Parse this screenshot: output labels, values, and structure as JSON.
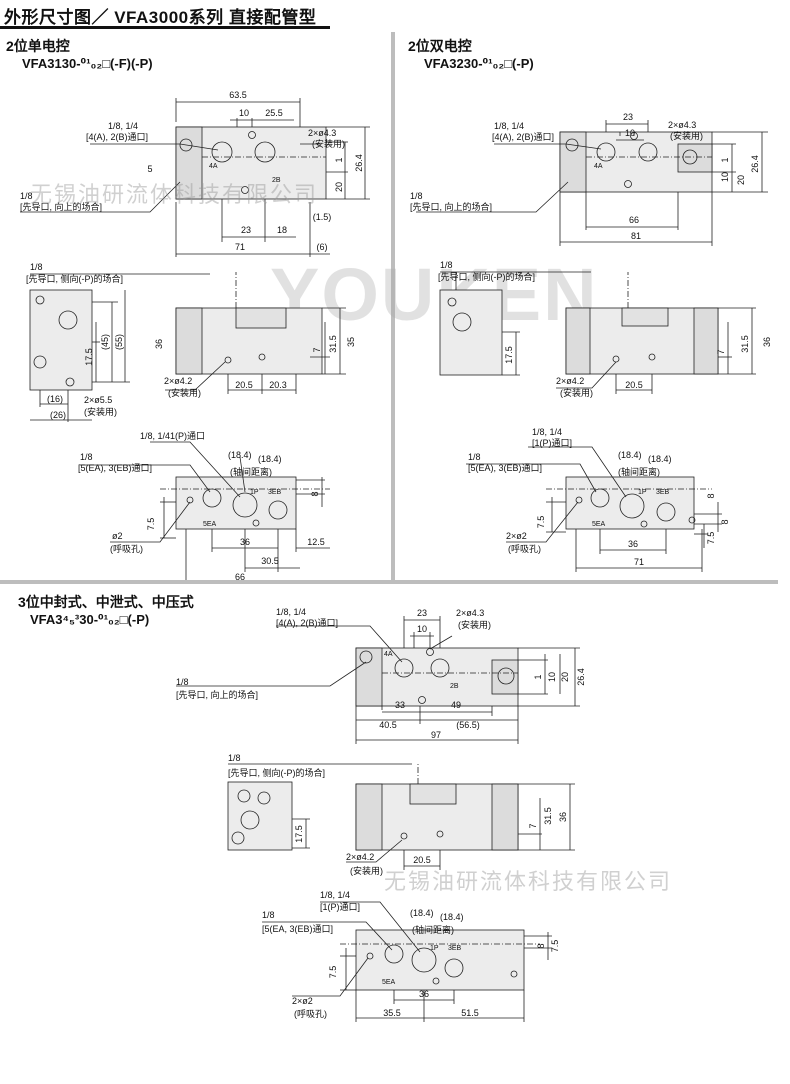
{
  "header": {
    "title": "外形尺寸图／ VFA3000系列  直接配管型"
  },
  "watermark": {
    "text": "无锡油研流体科技有限公司",
    "logo": "YOUKEN"
  },
  "panels": {
    "single": {
      "title": "2位单电控",
      "model": "VFA3130-⁰¹₀₂□(-F)(-P)",
      "labels": {
        "port_a": "1/8, 1/4",
        "port_b": "[4(A), 2(B)通口]",
        "pilot": "1/8",
        "pilot_desc": "[先导口, 向上的场合]",
        "mount": "2×ø4.3",
        "mount_desc": "(安装用)",
        "side_pilot": "1/8",
        "side_pilot_desc": "[先导口, 侧向(-P)的场合]",
        "mount2": "2×ø5.5",
        "mount2_desc": "(安装用)",
        "mount3": "2×ø4.2",
        "mount3_desc": "(安装用)",
        "p_port": "1/8, 1/41(P)通口",
        "ex_port": "1/8",
        "ex_desc": "[5(EA), 3(EB)通口]",
        "axis1": "(18.4)",
        "axis2": "(18.4)",
        "axis_desc": "(轴间距离)",
        "breath": "ø2",
        "breath_desc": "(呼吸孔)",
        "port4a": "4A",
        "port2b": "2B",
        "port1p": "1P",
        "port3eb": "3EB",
        "port5ea": "5EA"
      },
      "dims": {
        "d63_5": "63.5",
        "d10": "10",
        "d25_5": "25.5",
        "d5": "5",
        "d1": "1",
        "d20": "20",
        "d26_4": "26.4",
        "d23": "23",
        "d18": "18",
        "d1_5": "(1.5)",
        "d71": "71",
        "d6": "(6)",
        "d45": "(45)",
        "d55": "(55)",
        "d17_5": "17.5",
        "d16": "(16)",
        "d26": "(26)",
        "d36": "36",
        "d7": "7",
        "d31_5": "31.5",
        "d35": "35",
        "d20_5": "20.5",
        "d20_3": "20.3",
        "d8": "8",
        "d7_5": "7.5",
        "d36b": "36",
        "d30_5": "30.5",
        "d12_5": "12.5",
        "d66": "66"
      }
    },
    "double": {
      "title": "2位双电控",
      "model": "VFA3230-⁰¹₀₂□(-P)",
      "labels": {
        "port_a": "1/8, 1/4",
        "port_b": "[4(A), 2(B)通口]",
        "pilot": "1/8",
        "pilot_desc": "[先导口, 向上的场合]",
        "mount": "2×ø4.3",
        "mount_desc": "(安装用)",
        "side_pilot": "1/8",
        "side_pilot_desc": "[先导口, 侧向(-P)的场合]",
        "mount3": "2×ø4.2",
        "mount3_desc": "(安装用)",
        "p_port": "1/8, 1/4",
        "p_desc": "[1(P)通口]",
        "ex_port": "1/8",
        "ex_desc": "[5(EA), 3(EB)通口]",
        "axis1": "(18.4)",
        "axis2": "(18.4)",
        "axis_desc": "(轴间距离)",
        "breath": "2×ø2",
        "breath_desc": "(呼吸孔)",
        "port4a": "4A",
        "port1p": "1P",
        "port3eb": "3EB",
        "port5ea": "5EA"
      },
      "dims": {
        "d23": "23",
        "d10": "10",
        "d1": "1",
        "d10b": "10",
        "d20": "20",
        "d26_4": "26.4",
        "d66": "66",
        "d81": "81",
        "d17_5": "17.5",
        "d36": "36",
        "d7": "7",
        "d31_5": "31.5",
        "d20_5": "20.5",
        "d8": "8",
        "d7_5": "7.5",
        "d36b": "36",
        "d71": "71",
        "d7_5b": "7.5",
        "d8b": "8"
      }
    },
    "three": {
      "title": "3位中封式、中泄式、中压式",
      "model": "VFA3⁴₅³30-⁰¹₀₂□(-P)",
      "labels": {
        "port_a": "1/8, 1/4",
        "port_b": "[4(A), 2(B)通口]",
        "pilot": "1/8",
        "pilot_desc": "[先导口, 向上的场合]",
        "mount": "2×ø4.3",
        "mount_desc": "(安装用)",
        "side_pilot": "1/8",
        "side_pilot_desc": "[先导口, 侧向(-P)的场合]",
        "mount3": "2×ø4.2",
        "mount3_desc": "(安装用)",
        "p_port": "1/8, 1/4",
        "p_desc": "[1(P)通口]",
        "ex_port": "1/8",
        "ex_desc": "[5(EA, 3(EB)通口]",
        "axis1": "(18.4)",
        "axis2": "(18.4)",
        "axis_desc": "(轴间距离)",
        "breath": "2×ø2",
        "breath_desc": "(呼吸孔)",
        "port4a": "4A",
        "port2b": "2B",
        "port1p": "1P",
        "port3eb": "3EB",
        "port5ea": "5EA"
      },
      "dims": {
        "d23": "23",
        "d10": "10",
        "d1": "1",
        "d10b": "10",
        "d20": "20",
        "d26_4": "26.4",
        "d33": "33",
        "d49": "49",
        "d40_5": "40.5",
        "d56_5": "(56.5)",
        "d97": "97",
        "d17_5": "17.5",
        "d7": "7",
        "d31_5": "31.5",
        "d36": "36",
        "d20_5": "20.5",
        "d8": "8",
        "d7_5": "7.5",
        "d7_5b": "7.5",
        "d36b": "36",
        "d35_5": "35.5",
        "d51_5": "51.5"
      }
    }
  }
}
